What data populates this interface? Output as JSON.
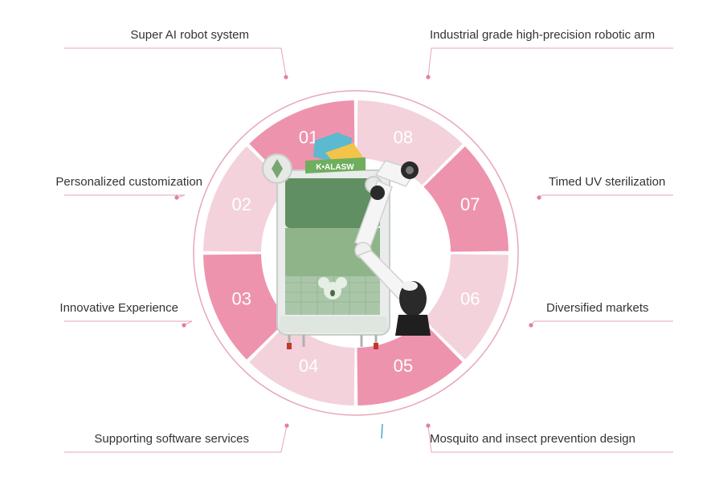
{
  "colors": {
    "ring_outline": "#e6a7b9",
    "segment_dark": "#ee93ad",
    "segment_light": "#f3d2dc",
    "leader_line": "#e9a3b8",
    "dot": "#e1819f",
    "text": "#333333",
    "robot_arm": "#f2f2f2",
    "robot_base": "#2a2a2a",
    "cabinet_panel": "#6e9e6a",
    "cabinet_frame": "#e8e8e8",
    "logo_accent": "#f3c34a"
  },
  "segments": [
    {
      "number": "01",
      "shade": "dark"
    },
    {
      "number": "08",
      "shade": "light"
    },
    {
      "number": "07",
      "shade": "dark"
    },
    {
      "number": "06",
      "shade": "light"
    },
    {
      "number": "05",
      "shade": "dark"
    },
    {
      "number": "04",
      "shade": "light"
    },
    {
      "number": "03",
      "shade": "dark"
    },
    {
      "number": "02",
      "shade": "light"
    }
  ],
  "features": {
    "left": [
      "Super AI robot system",
      "Personalized customization",
      "Innovative Experience",
      "Supporting software services"
    ],
    "right": [
      "Industrial grade high-precision robotic arm",
      "Timed UV sterilization",
      "Diversified markets",
      "Mosquito and insect prevention design"
    ]
  },
  "machine": {
    "logo_text": "K•ALASW",
    "icon": "koala-icon",
    "arm_icon": "robotic-arm-icon"
  }
}
